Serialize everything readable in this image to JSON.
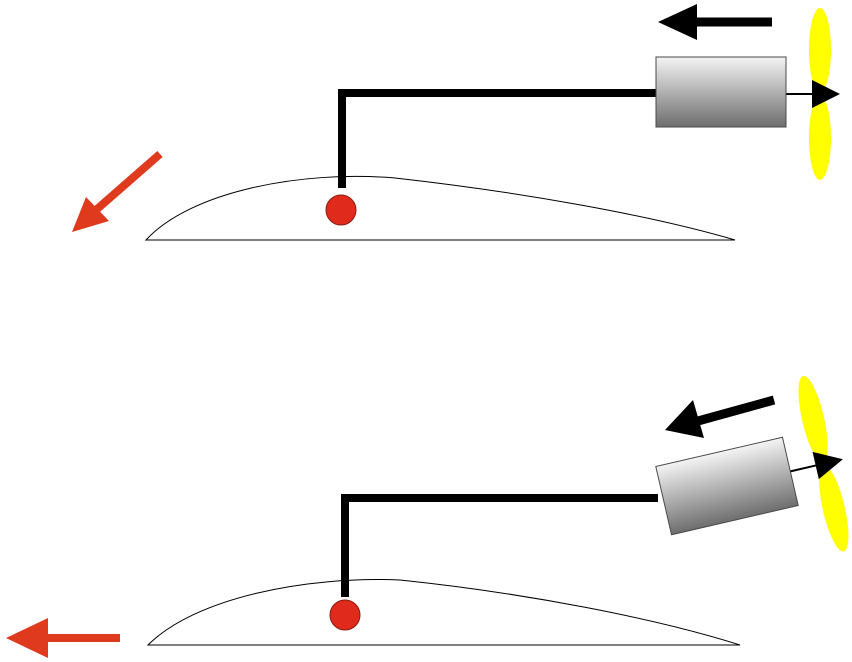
{
  "colors": {
    "background": "#ffffff",
    "airfoil_outline": "#000000",
    "pylon": "#000000",
    "pivot": "#e02a1c",
    "motion_arrow": "#e03a1e",
    "thrust_arrow": "#000000",
    "motor_light": "#f4f4f4",
    "motor_dark": "#6e6e6e",
    "propeller": "#ffff00",
    "spinner": "#000000"
  },
  "panels": [
    {
      "id": "top",
      "motor_tilt": "level",
      "motion_direction": "down-left"
    },
    {
      "id": "bottom",
      "motor_tilt": "tilted-up",
      "motion_direction": "left"
    }
  ],
  "icons": {
    "thrust": "arrow-icon",
    "motion": "arrow-icon",
    "pivot": "circle-icon",
    "propeller": "propeller-icon"
  }
}
